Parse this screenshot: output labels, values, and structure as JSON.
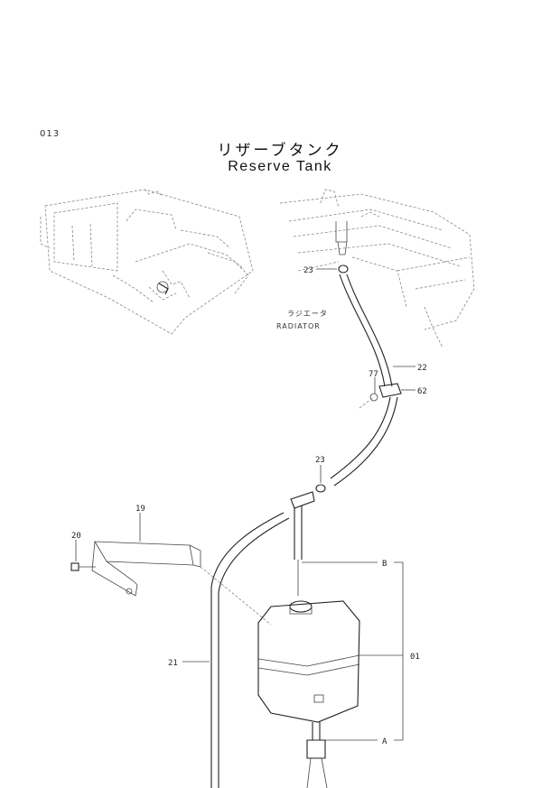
{
  "page": {
    "number": "013"
  },
  "title": {
    "japanese": "リザーブタンク",
    "english": "Reserve Tank"
  },
  "annotations": {
    "radiator_jp": "ラジエータ",
    "radiator_en": "RADIATOR"
  },
  "callouts": {
    "c23_top": "23",
    "c22": "22",
    "c77": "77",
    "c62": "62",
    "c23_mid": "23",
    "c19": "19",
    "c20": "20",
    "c21": "21",
    "cB": "B",
    "c01": "01",
    "cA": "A"
  }
}
